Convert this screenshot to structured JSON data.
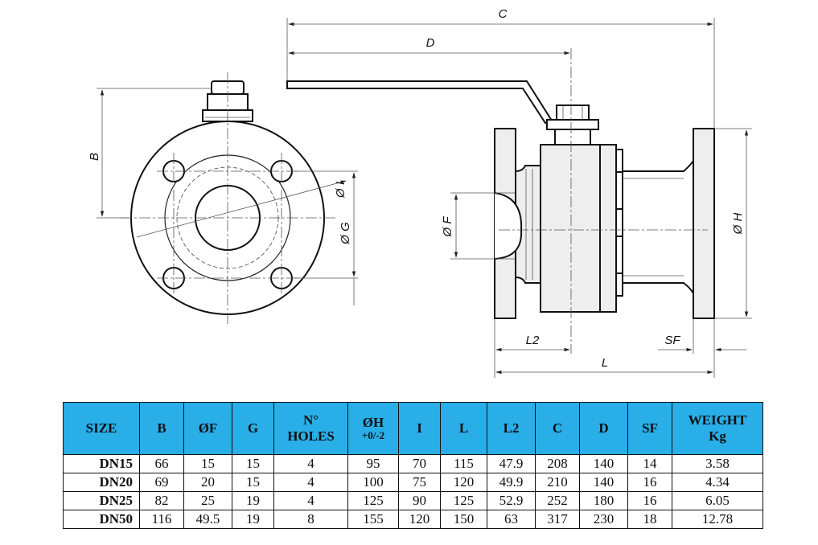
{
  "drawing": {
    "dimensions": {
      "C": "C",
      "D": "D",
      "B": "B",
      "I": "Ø I",
      "G": "Ø G",
      "F": "Ø F",
      "H": "Ø H",
      "L2": "L2",
      "SF": "SF",
      "L": "L"
    }
  },
  "table": {
    "headers": [
      {
        "main": "SIZE",
        "sub": ""
      },
      {
        "main": "B",
        "sub": ""
      },
      {
        "main": "ØF",
        "sub": ""
      },
      {
        "main": "G",
        "sub": ""
      },
      {
        "main": "N°\nHOLES",
        "sub": ""
      },
      {
        "main": "ØH",
        "sub": "+0/-2"
      },
      {
        "main": "I",
        "sub": ""
      },
      {
        "main": "L",
        "sub": ""
      },
      {
        "main": "L2",
        "sub": ""
      },
      {
        "main": "C",
        "sub": ""
      },
      {
        "main": "D",
        "sub": ""
      },
      {
        "main": "SF",
        "sub": ""
      },
      {
        "main": "WEIGHT\nKg",
        "sub": ""
      }
    ],
    "rows": [
      [
        "DN15",
        "66",
        "15",
        "15",
        "4",
        "95",
        "70",
        "115",
        "47.9",
        "208",
        "140",
        "14",
        "3.58"
      ],
      [
        "DN20",
        "69",
        "20",
        "15",
        "4",
        "100",
        "75",
        "120",
        "49.9",
        "210",
        "140",
        "16",
        "4.34"
      ],
      [
        "DN25",
        "82",
        "25",
        "19",
        "4",
        "125",
        "90",
        "125",
        "52.9",
        "252",
        "180",
        "16",
        "6.05"
      ],
      [
        "DN50",
        "116",
        "49.5",
        "19",
        "8",
        "155",
        "120",
        "150",
        "63",
        "317",
        "230",
        "18",
        "12.78"
      ]
    ]
  }
}
